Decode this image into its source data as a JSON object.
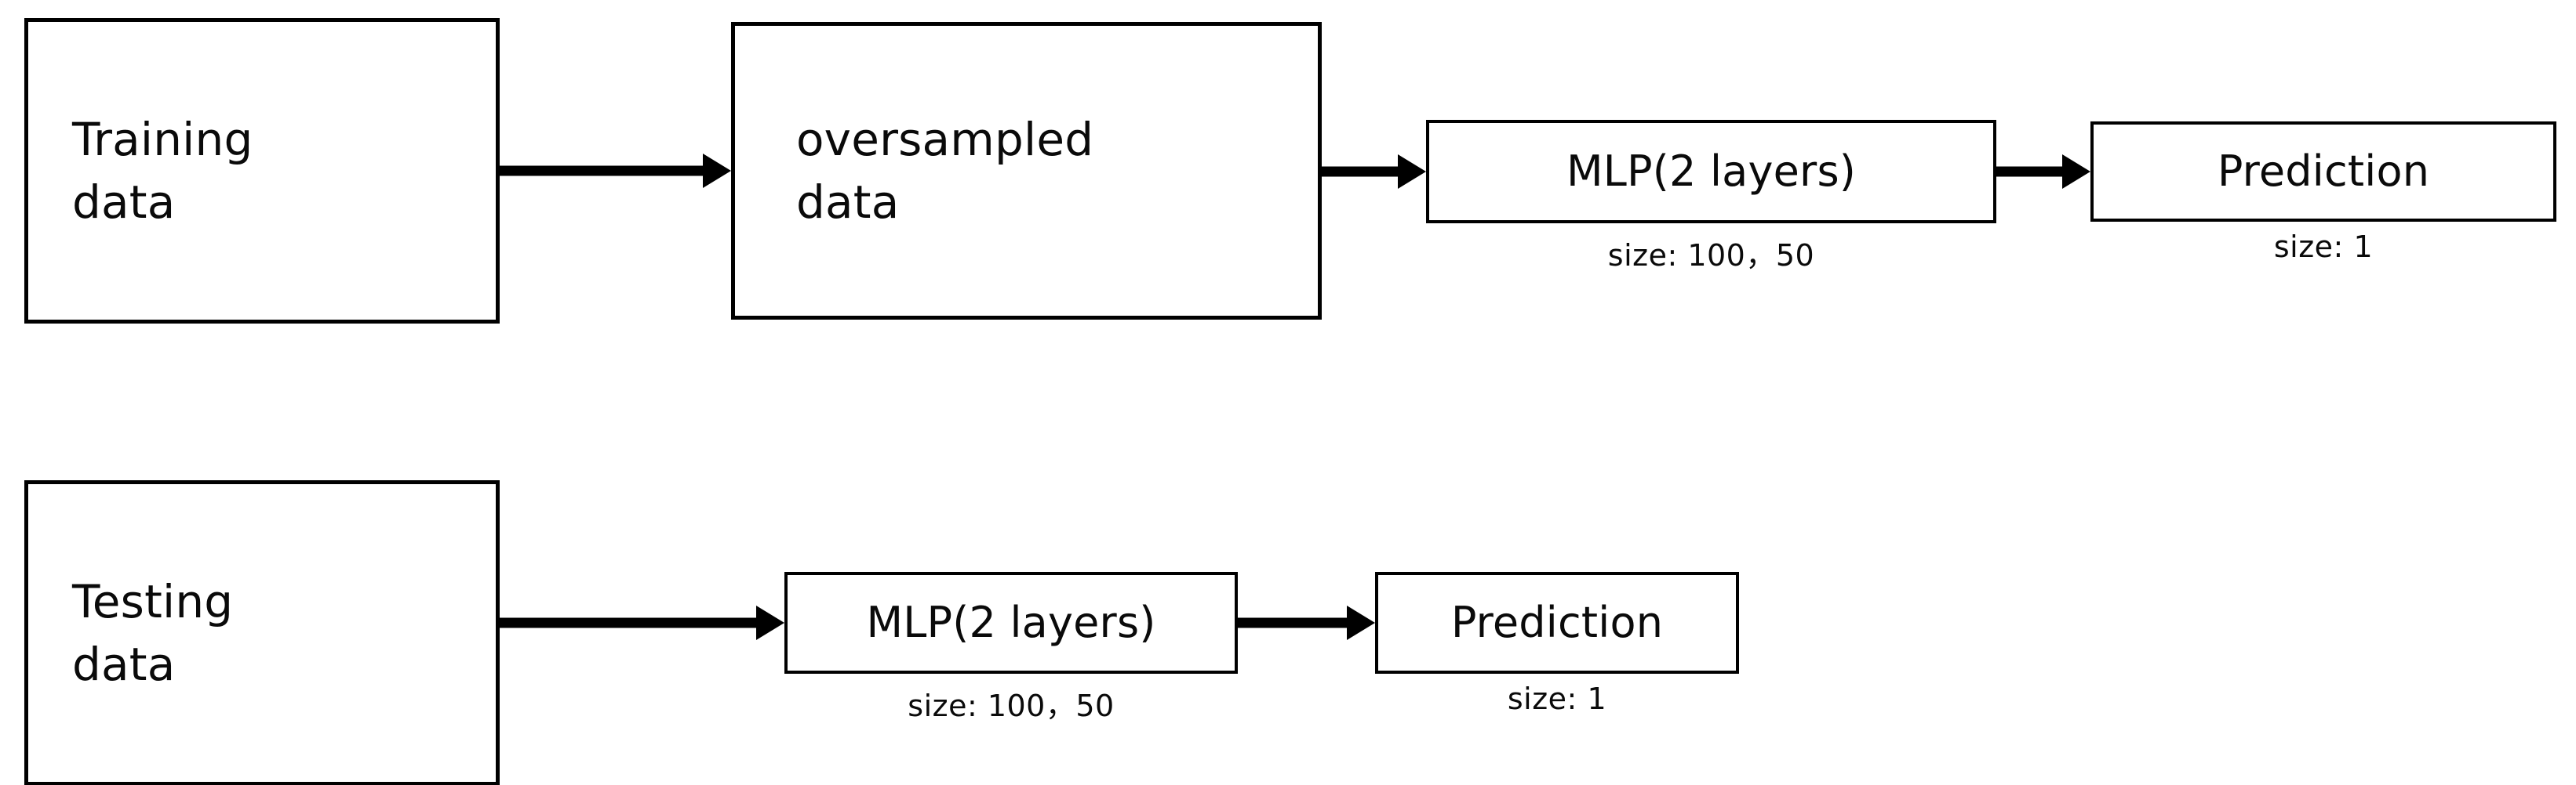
{
  "diagram": {
    "title": "MLP training and testing pipeline flowchart",
    "background_color": "#ffffff",
    "stroke_color": "#000000",
    "text_color": "#0a0a0a",
    "rows": [
      {
        "name": "training-pipeline",
        "nodes": [
          {
            "id": "training-data",
            "label": "Training\ndata",
            "caption": ""
          },
          {
            "id": "oversampled-data",
            "label": "oversampled\ndata",
            "caption": ""
          },
          {
            "id": "train-mlp",
            "label": "MLP(2 layers)",
            "caption": "size:  100，50"
          },
          {
            "id": "train-prediction",
            "label": "Prediction",
            "caption": "size:  1"
          }
        ],
        "arrows": [
          {
            "from": "training-data",
            "to": "oversampled-data"
          },
          {
            "from": "oversampled-data",
            "to": "train-mlp"
          },
          {
            "from": "train-mlp",
            "to": "train-prediction"
          }
        ]
      },
      {
        "name": "testing-pipeline",
        "nodes": [
          {
            "id": "testing-data",
            "label": "Testing\ndata",
            "caption": ""
          },
          {
            "id": "test-mlp",
            "label": "MLP(2 layers)",
            "caption": "size:  100，50"
          },
          {
            "id": "test-prediction",
            "label": "Prediction",
            "caption": "size:  1"
          }
        ],
        "arrows": [
          {
            "from": "testing-data",
            "to": "test-mlp"
          },
          {
            "from": "test-mlp",
            "to": "test-prediction"
          }
        ]
      }
    ]
  }
}
